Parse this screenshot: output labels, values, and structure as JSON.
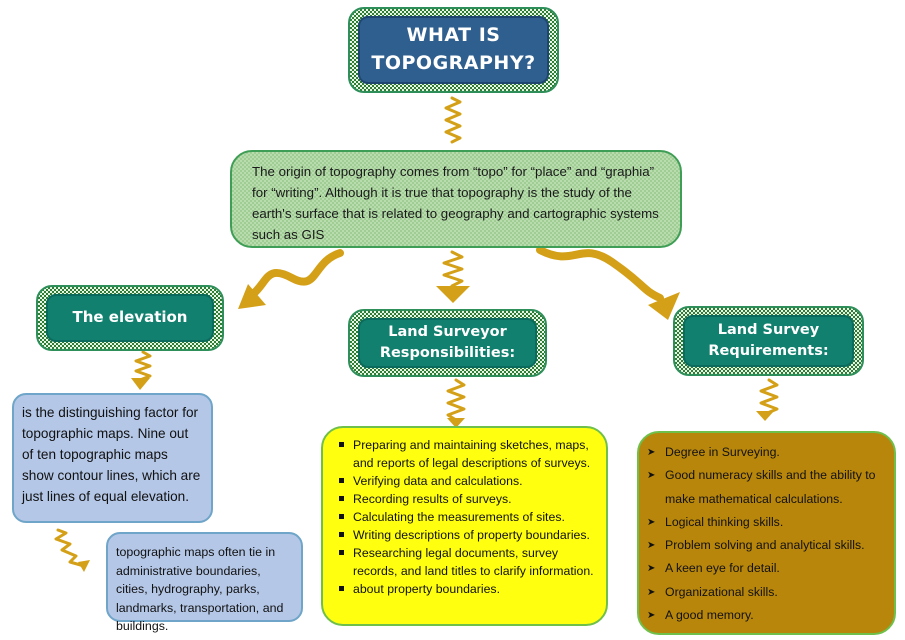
{
  "title": "WHAT IS\nTOPOGRAPHY?",
  "origin": "The origin of topography comes from “topo” for “place” and “graphia” for “writing”. Although it is true that topography is the study of the earth's surface that is related to geography and cartographic systems such as GIS",
  "elevation": {
    "heading": "The elevation",
    "description": "is the distinguishing factor for topographic maps. Nine out of ten topographic maps show contour lines, which are just lines of equal elevation.",
    "note": "topographic maps often tie in administrative boundaries, cities, hydrography, parks, landmarks, transportation, and buildings."
  },
  "responsibilities": {
    "heading": "Land Surveyor\nResponsibilities:",
    "items": [
      "Preparing and maintaining sketches, maps, and reports of legal descriptions of surveys.",
      "Verifying data and calculations.",
      "Recording results of surveys.",
      "Calculating the measurements of sites.",
      "Writing descriptions of property boundaries.",
      "Researching legal documents, survey records, and land titles to clarify information.",
      " about property boundaries."
    ]
  },
  "requirements": {
    "heading": "Land Survey\nRequirements:",
    "items": [
      "Degree in Surveying.",
      "Good numeracy skills and the ability to make mathematical calculations.",
      "Logical thinking skills.",
      "Problem solving and analytical skills.",
      "A keen eye for detail.",
      "Organizational skills.",
      "A good memory."
    ]
  },
  "colors": {
    "title_fill": "#2f5f8e",
    "heading_fill": "#12806f",
    "checker": "#2e7d32",
    "origin_fill": "#b9dcae",
    "elevation_fill": "#b4c7e7",
    "responsibilities_fill": "#ffff0f",
    "requirements_fill": "#b8860b",
    "connector": "#d4a017"
  }
}
